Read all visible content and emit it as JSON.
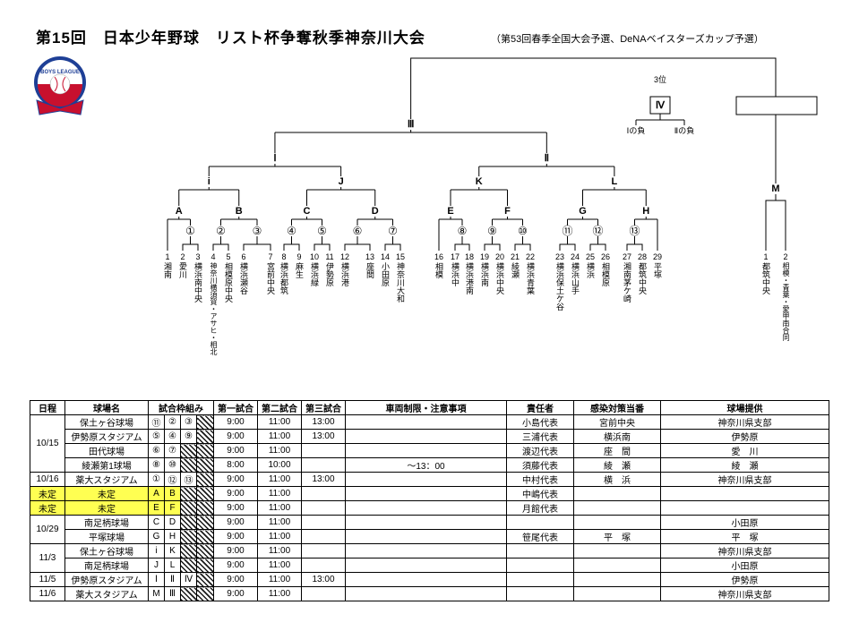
{
  "colors": {
    "highlight": "#ffff52",
    "line": "#000000",
    "logo_blue": "#1e3f96",
    "logo_red": "#c8102e"
  },
  "header": {
    "title": "第15回　日本少年野球　リスト杯争奪秋季神奈川大会",
    "subtitle": "（第53回春季全国大会予選、DeNAベイスターズカップ予選）",
    "logo_text": "BOYS LEAGUE"
  },
  "bracket": {
    "labels": {
      "final": "Ⅲ",
      "left_semi": "Ⅰ",
      "right_semi": "Ⅱ",
      "quarters": [
        "i",
        "J",
        "K",
        "L"
      ],
      "groups": [
        "A",
        "B",
        "C",
        "D",
        "E",
        "F",
        "G",
        "H"
      ],
      "m": "M",
      "third_place_title": "3位",
      "third_place": "Ⅳ",
      "third_left": "Ⅰの負",
      "third_right": "Ⅱの負"
    },
    "match_numbers": [
      "①",
      "②",
      "③",
      "④",
      "⑤",
      "⑥",
      "⑦",
      "⑧",
      "⑨",
      "⑩",
      "⑪",
      "⑫",
      "⑬"
    ],
    "teams": [
      {
        "no": "1",
        "name": "湘南"
      },
      {
        "no": "2",
        "name": "愛川"
      },
      {
        "no": "3",
        "name": "横浜南中央"
      },
      {
        "no": "4",
        "name": "神奈川横須賀・アサヒ・相北"
      },
      {
        "no": "5",
        "name": "相模原中央"
      },
      {
        "no": "6",
        "name": "横浜瀬谷"
      },
      {
        "no": "7",
        "name": "宮前中央"
      },
      {
        "no": "8",
        "name": "横浜都筑"
      },
      {
        "no": "9",
        "name": "麻生"
      },
      {
        "no": "10",
        "name": "横浜緑"
      },
      {
        "no": "11",
        "name": "伊勢原"
      },
      {
        "no": "12",
        "name": "横浜港"
      },
      {
        "no": "13",
        "name": "座間"
      },
      {
        "no": "14",
        "name": "小田原"
      },
      {
        "no": "15",
        "name": "神奈川大和"
      },
      {
        "no": "16",
        "name": "相模"
      },
      {
        "no": "17",
        "name": "横浜中"
      },
      {
        "no": "18",
        "name": "横浜港南"
      },
      {
        "no": "19",
        "name": "横浜南"
      },
      {
        "no": "20",
        "name": "横浜中央"
      },
      {
        "no": "21",
        "name": "綾瀬"
      },
      {
        "no": "22",
        "name": "横浜青葉"
      },
      {
        "no": "23",
        "name": "横浜保土ケ谷"
      },
      {
        "no": "24",
        "name": "横浜山手"
      },
      {
        "no": "25",
        "name": "横浜"
      },
      {
        "no": "26",
        "name": "相模原"
      },
      {
        "no": "27",
        "name": "湘南茅ケ崎"
      },
      {
        "no": "28",
        "name": "都筑中央"
      },
      {
        "no": "29",
        "name": "平塚"
      }
    ],
    "m_teams": [
      {
        "no": "1",
        "name": "都筑中央"
      },
      {
        "no": "2",
        "name": "相模・青葉・愛甲南合同"
      }
    ]
  },
  "table": {
    "headers": [
      "日程",
      "球場名",
      "試合枠組み",
      "第一試合",
      "第二試合",
      "第三試合",
      "車両制限・注意事項",
      "責任者",
      "感染対策当番",
      "球場提供"
    ],
    "rows": [
      {
        "date": "10/15",
        "date_span": 4,
        "stadium": "保土ヶ谷球場",
        "slots": [
          "⑪",
          "②",
          "③"
        ],
        "t1": "9:00",
        "t2": "11:00",
        "t3": "13:00",
        "notes": "",
        "manager": "小島代表",
        "duty": "宮前中央",
        "provider": "神奈川県支部",
        "highlight": false
      },
      {
        "stadium": "伊勢原スタジアム",
        "slots": [
          "⑤",
          "④",
          "⑨"
        ],
        "t1": "9:00",
        "t2": "11:00",
        "t3": "13:00",
        "notes": "",
        "manager": "三浦代表",
        "duty": "横浜南",
        "provider": "伊勢原",
        "highlight": false
      },
      {
        "stadium": "田代球場",
        "slots": [
          "⑥",
          "⑦"
        ],
        "t1": "9:00",
        "t2": "11:00",
        "t3": "",
        "notes": "",
        "manager": "渡辺代表",
        "duty": "座　間",
        "provider": "愛　川",
        "highlight": false
      },
      {
        "stadium": "綾瀬第1球場",
        "slots": [
          "⑧",
          "⑩"
        ],
        "t1": "8:00",
        "t2": "10:00",
        "t3": "",
        "notes": "～13：00",
        "manager": "須藤代表",
        "duty": "綾　瀬",
        "provider": "綾　瀬",
        "highlight": false
      },
      {
        "date": "10/16",
        "date_span": 1,
        "stadium": "薬大スタジアム",
        "slots": [
          "①",
          "⑫",
          "⑬"
        ],
        "t1": "9:00",
        "t2": "11:00",
        "t3": "13:00",
        "notes": "",
        "manager": "中村代表",
        "duty": "横　浜",
        "provider": "神奈川県支部",
        "highlight": false
      },
      {
        "date": "未定",
        "date_span": 1,
        "stadium": "未定",
        "slots": [
          "A",
          "B"
        ],
        "t1": "9:00",
        "t2": "11:00",
        "t3": "",
        "notes": "",
        "manager": "中嶋代表",
        "duty": "",
        "provider": "",
        "highlight": true
      },
      {
        "date": "未定",
        "date_span": 1,
        "stadium": "未定",
        "slots": [
          "E",
          "F"
        ],
        "t1": "9:00",
        "t2": "11:00",
        "t3": "",
        "notes": "",
        "manager": "月館代表",
        "duty": "",
        "provider": "",
        "highlight": true
      },
      {
        "date": "10/29",
        "date_span": 2,
        "stadium": "南足柄球場",
        "slots": [
          "C",
          "D"
        ],
        "t1": "9:00",
        "t2": "11:00",
        "t3": "",
        "notes": "",
        "manager": "",
        "duty": "",
        "provider": "小田原",
        "highlight": false
      },
      {
        "stadium": "平塚球場",
        "slots": [
          "G",
          "H"
        ],
        "t1": "9:00",
        "t2": "11:00",
        "t3": "",
        "notes": "",
        "manager": "笹尾代表",
        "duty": "平　塚",
        "provider": "平　塚",
        "highlight": false
      },
      {
        "date": "11/3",
        "date_span": 2,
        "stadium": "保土ヶ谷球場",
        "slots": [
          "i",
          "K"
        ],
        "t1": "9:00",
        "t2": "11:00",
        "t3": "",
        "notes": "",
        "manager": "",
        "duty": "",
        "provider": "神奈川県支部",
        "highlight": false
      },
      {
        "stadium": "南足柄球場",
        "slots": [
          "J",
          "L"
        ],
        "t1": "9:00",
        "t2": "11:00",
        "t3": "",
        "notes": "",
        "manager": "",
        "duty": "",
        "provider": "小田原",
        "highlight": false
      },
      {
        "date": "11/5",
        "date_span": 1,
        "stadium": "伊勢原スタジアム",
        "slots": [
          "Ⅰ",
          "Ⅱ",
          "Ⅳ"
        ],
        "t1": "9:00",
        "t2": "11:00",
        "t3": "13:00",
        "notes": "",
        "manager": "",
        "duty": "",
        "provider": "伊勢原",
        "highlight": false
      },
      {
        "date": "11/6",
        "date_span": 1,
        "stadium": "薬大スタジアム",
        "slots": [
          "M",
          "Ⅲ"
        ],
        "t1": "9:00",
        "t2": "11:00",
        "t3": "",
        "notes": "",
        "manager": "",
        "duty": "",
        "provider": "神奈川県支部",
        "highlight": false
      }
    ]
  }
}
